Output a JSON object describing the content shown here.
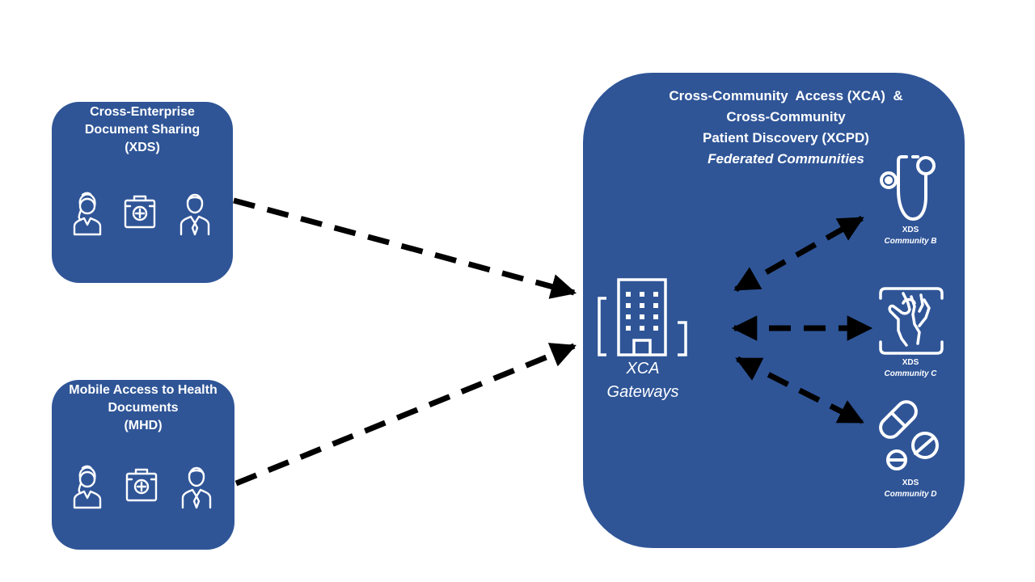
{
  "xds": {
    "title": [
      "Cross-Enterprise",
      "Document Sharing",
      "(XDS)"
    ],
    "icons": [
      "woman-user-icon",
      "medical-kit-icon",
      "man-user-icon"
    ]
  },
  "mhd": {
    "title": [
      "Mobile Access to Health",
      "Documents",
      "(MHD)"
    ],
    "icons": [
      "woman-user-icon",
      "medical-kit-icon",
      "man-user-icon"
    ]
  },
  "xca": {
    "title": [
      "Cross-Community  Access (XCA)  &",
      "Cross-Community",
      "Patient Discovery (XCPD)"
    ],
    "subtitle": "Federated Communities",
    "gateway_label": [
      "XCA",
      "Gateways"
    ],
    "gateway_icon": "building-icon"
  },
  "communities": [
    {
      "main": "XDS",
      "sub": "Community B",
      "icon": "stethoscope-icon"
    },
    {
      "main": "XDS",
      "sub": "Community C",
      "icon": "xray-hand-icon"
    },
    {
      "main": "XDS",
      "sub": "Community D",
      "icon": "pills-icon"
    }
  ],
  "colors": {
    "box": "#2f5597",
    "text": "#ffffff",
    "arrow": "#000000"
  }
}
